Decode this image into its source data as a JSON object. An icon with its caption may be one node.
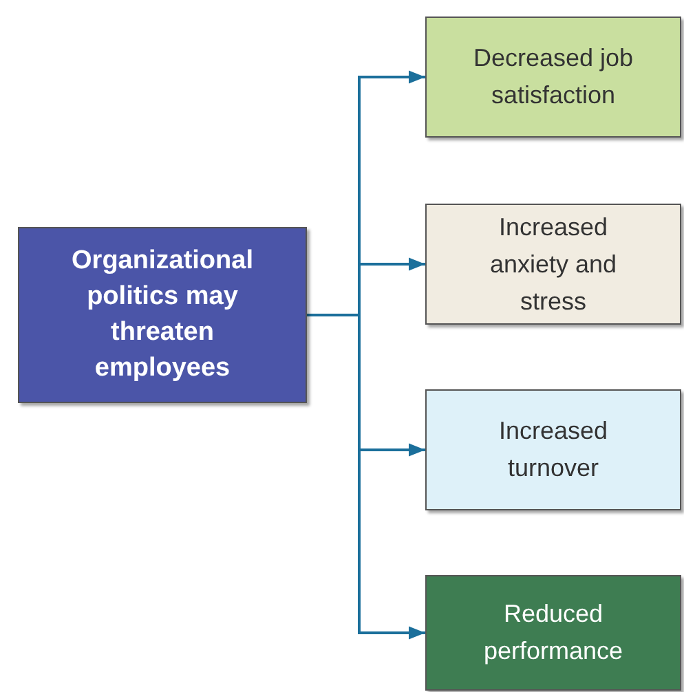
{
  "diagram": {
    "nodes": [
      {
        "text": [
          "Organizational politics may threaten employees"
        ]
      },
      {
        "text": [
          "Decreased job satisfaction"
        ]
      },
      {
        "text": [
          "Increased anxiety and stress"
        ]
      },
      {
        "text": [
          "Increased turnover"
        ]
      },
      {
        "text": [
          "Reduced performance"
        ]
      }
    ],
    "edges": [
      {
        "from": 0,
        "to": 1,
        "arrow": "to"
      },
      {
        "from": 0,
        "to": 2,
        "arrow": "to"
      },
      {
        "from": 0,
        "to": 3,
        "arrow": "to"
      },
      {
        "from": 0,
        "to": 4,
        "arrow": "to"
      }
    ]
  }
}
